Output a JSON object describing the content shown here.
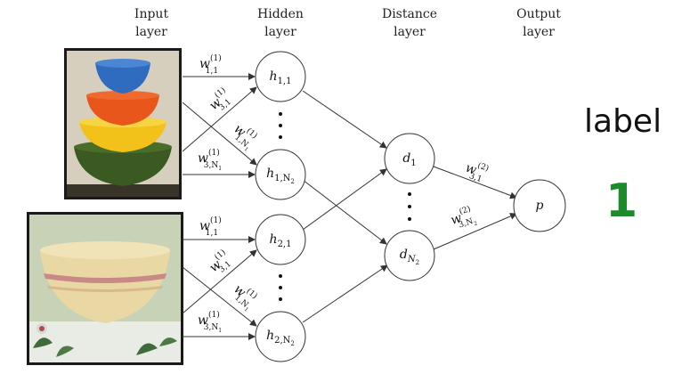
{
  "headers": {
    "input": [
      "Input",
      "layer"
    ],
    "hidden": [
      "Hidden",
      "layer"
    ],
    "distance": [
      "Distance",
      "layer"
    ],
    "output": [
      "Output",
      "layer"
    ]
  },
  "images": [
    {
      "name": "stacked-colored-bowls-image"
    },
    {
      "name": "striped-cream-bowl-image"
    }
  ],
  "nodes": {
    "h11": {
      "main": "h",
      "sub": "1,1"
    },
    "h1N": {
      "main": "h",
      "sub": "1,N",
      "subsub": "2"
    },
    "h21": {
      "main": "h",
      "sub": "2,1"
    },
    "h2N": {
      "main": "h",
      "sub": "2,N",
      "subsub": "2"
    },
    "d1": {
      "main": "d",
      "sub": "1"
    },
    "dN": {
      "main": "d",
      "sub": "N",
      "subsub": "2"
    },
    "p": {
      "main": "p"
    }
  },
  "weights": {
    "w11": {
      "base": "w",
      "sup": "(1)",
      "sub": "1,1"
    },
    "w31": {
      "base": "w",
      "sup": "(1)",
      "sub": "3,1"
    },
    "w1N": {
      "base": "w",
      "sup": "(1)",
      "sub": "1,N",
      "subsub": "1"
    },
    "w3N": {
      "base": "w",
      "sup": "(1)",
      "sub": "3,N",
      "subsub": "1"
    },
    "w2_31": {
      "base": "w",
      "sup": "(2)",
      "sub": "3,1"
    },
    "w2_3N": {
      "base": "w",
      "sup": "(2)",
      "sub": "3,N",
      "subsub": "2"
    }
  },
  "label": {
    "word": "label",
    "value": "1"
  },
  "colors": {
    "label_value": "#1d8a2c",
    "stroke": "#333333"
  }
}
